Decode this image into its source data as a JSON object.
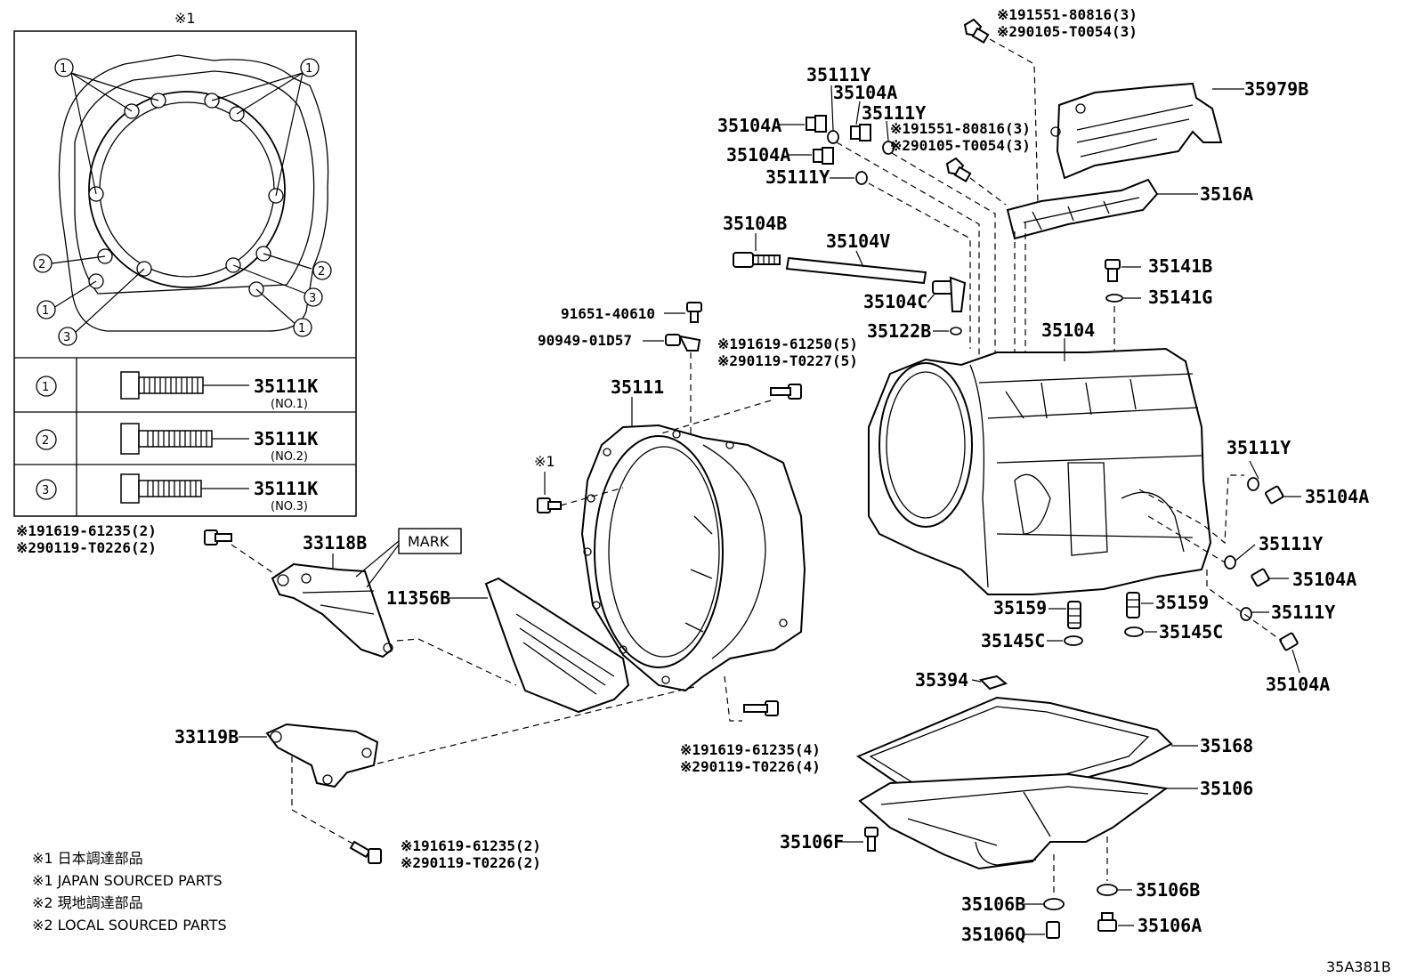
{
  "inset": {
    "title": "※1",
    "callout_numbers": [
      "1",
      "1",
      "2",
      "2",
      "1",
      "3",
      "3",
      "1"
    ],
    "bolt_table": [
      {
        "symbol": "1",
        "part": "35111K",
        "note": "(NO.1)"
      },
      {
        "symbol": "2",
        "part": "35111K",
        "note": "(NO.2)"
      },
      {
        "symbol": "3",
        "part": "35111K",
        "note": "(NO.3)"
      }
    ]
  },
  "labels": {
    "l_35979B": "35979B",
    "l_3516A": "3516A",
    "l_top_bolt_1": "※191551-80816(3)",
    "l_top_bolt_2": "※290105-T0054(3)",
    "l_mid_bolt_1": "※191551-80816(3)",
    "l_mid_bolt_2": "※290105-T0054(3)",
    "l_35111Y_a": "35111Y",
    "l_35104A_a": "35104A",
    "l_35104A_b": "35104A",
    "l_35111Y_b": "35111Y",
    "l_35104A_c": "35104A",
    "l_35111Y_c": "35111Y",
    "l_35104B": "35104B",
    "l_35104V": "35104V",
    "l_35104C": "35104C",
    "l_35122B": "35122B",
    "l_35141B": "35141B",
    "l_35141G": "35141G",
    "l_35104": "35104",
    "l_91651": "91651-40610",
    "l_90949": "90949-01D57",
    "l_bh_bolt_1": "※191619-61250(5)",
    "l_bh_bolt_2": "※290119-T0227(5)",
    "l_35111": "35111",
    "l_note1_bolt": "※1",
    "l_35111Y_r1": "35111Y",
    "l_35104A_r1": "35104A",
    "l_35111Y_r2": "35111Y",
    "l_35104A_r2": "35104A",
    "l_35111Y_r3": "35111Y",
    "l_35104A_r3": "35104A",
    "l_35159_a": "35159",
    "l_35159_b": "35159",
    "l_35145C_a": "35145C",
    "l_35145C_b": "35145C",
    "l_33118B": "33118B",
    "l_mark": "MARK",
    "l_11356B": "11356B",
    "l_lh_bolt_1": "※191619-61235(2)",
    "l_lh_bolt_2": "※290119-T0226(2)",
    "l_35394": "35394",
    "l_35168": "35168",
    "l_35106": "35106",
    "l_33119B": "33119B",
    "l_cb_bolt_1": "※191619-61235(4)",
    "l_cb_bolt_2": "※290119-T0226(4)",
    "l_lb_bolt_1": "※191619-61235(2)",
    "l_lb_bolt_2": "※290119-T0226(2)",
    "l_35106F": "35106F",
    "l_35106B_a": "35106B",
    "l_35106B_b": "35106B",
    "l_35106Q": "35106Q",
    "l_35106A": "35106A"
  },
  "footnotes": [
    "※1 日本調達部品",
    "※1 JAPAN SOURCED PARTS",
    "※2 現地調達部品",
    "※2 LOCAL SOURCED PARTS"
  ],
  "diagram_id": "35A381B"
}
